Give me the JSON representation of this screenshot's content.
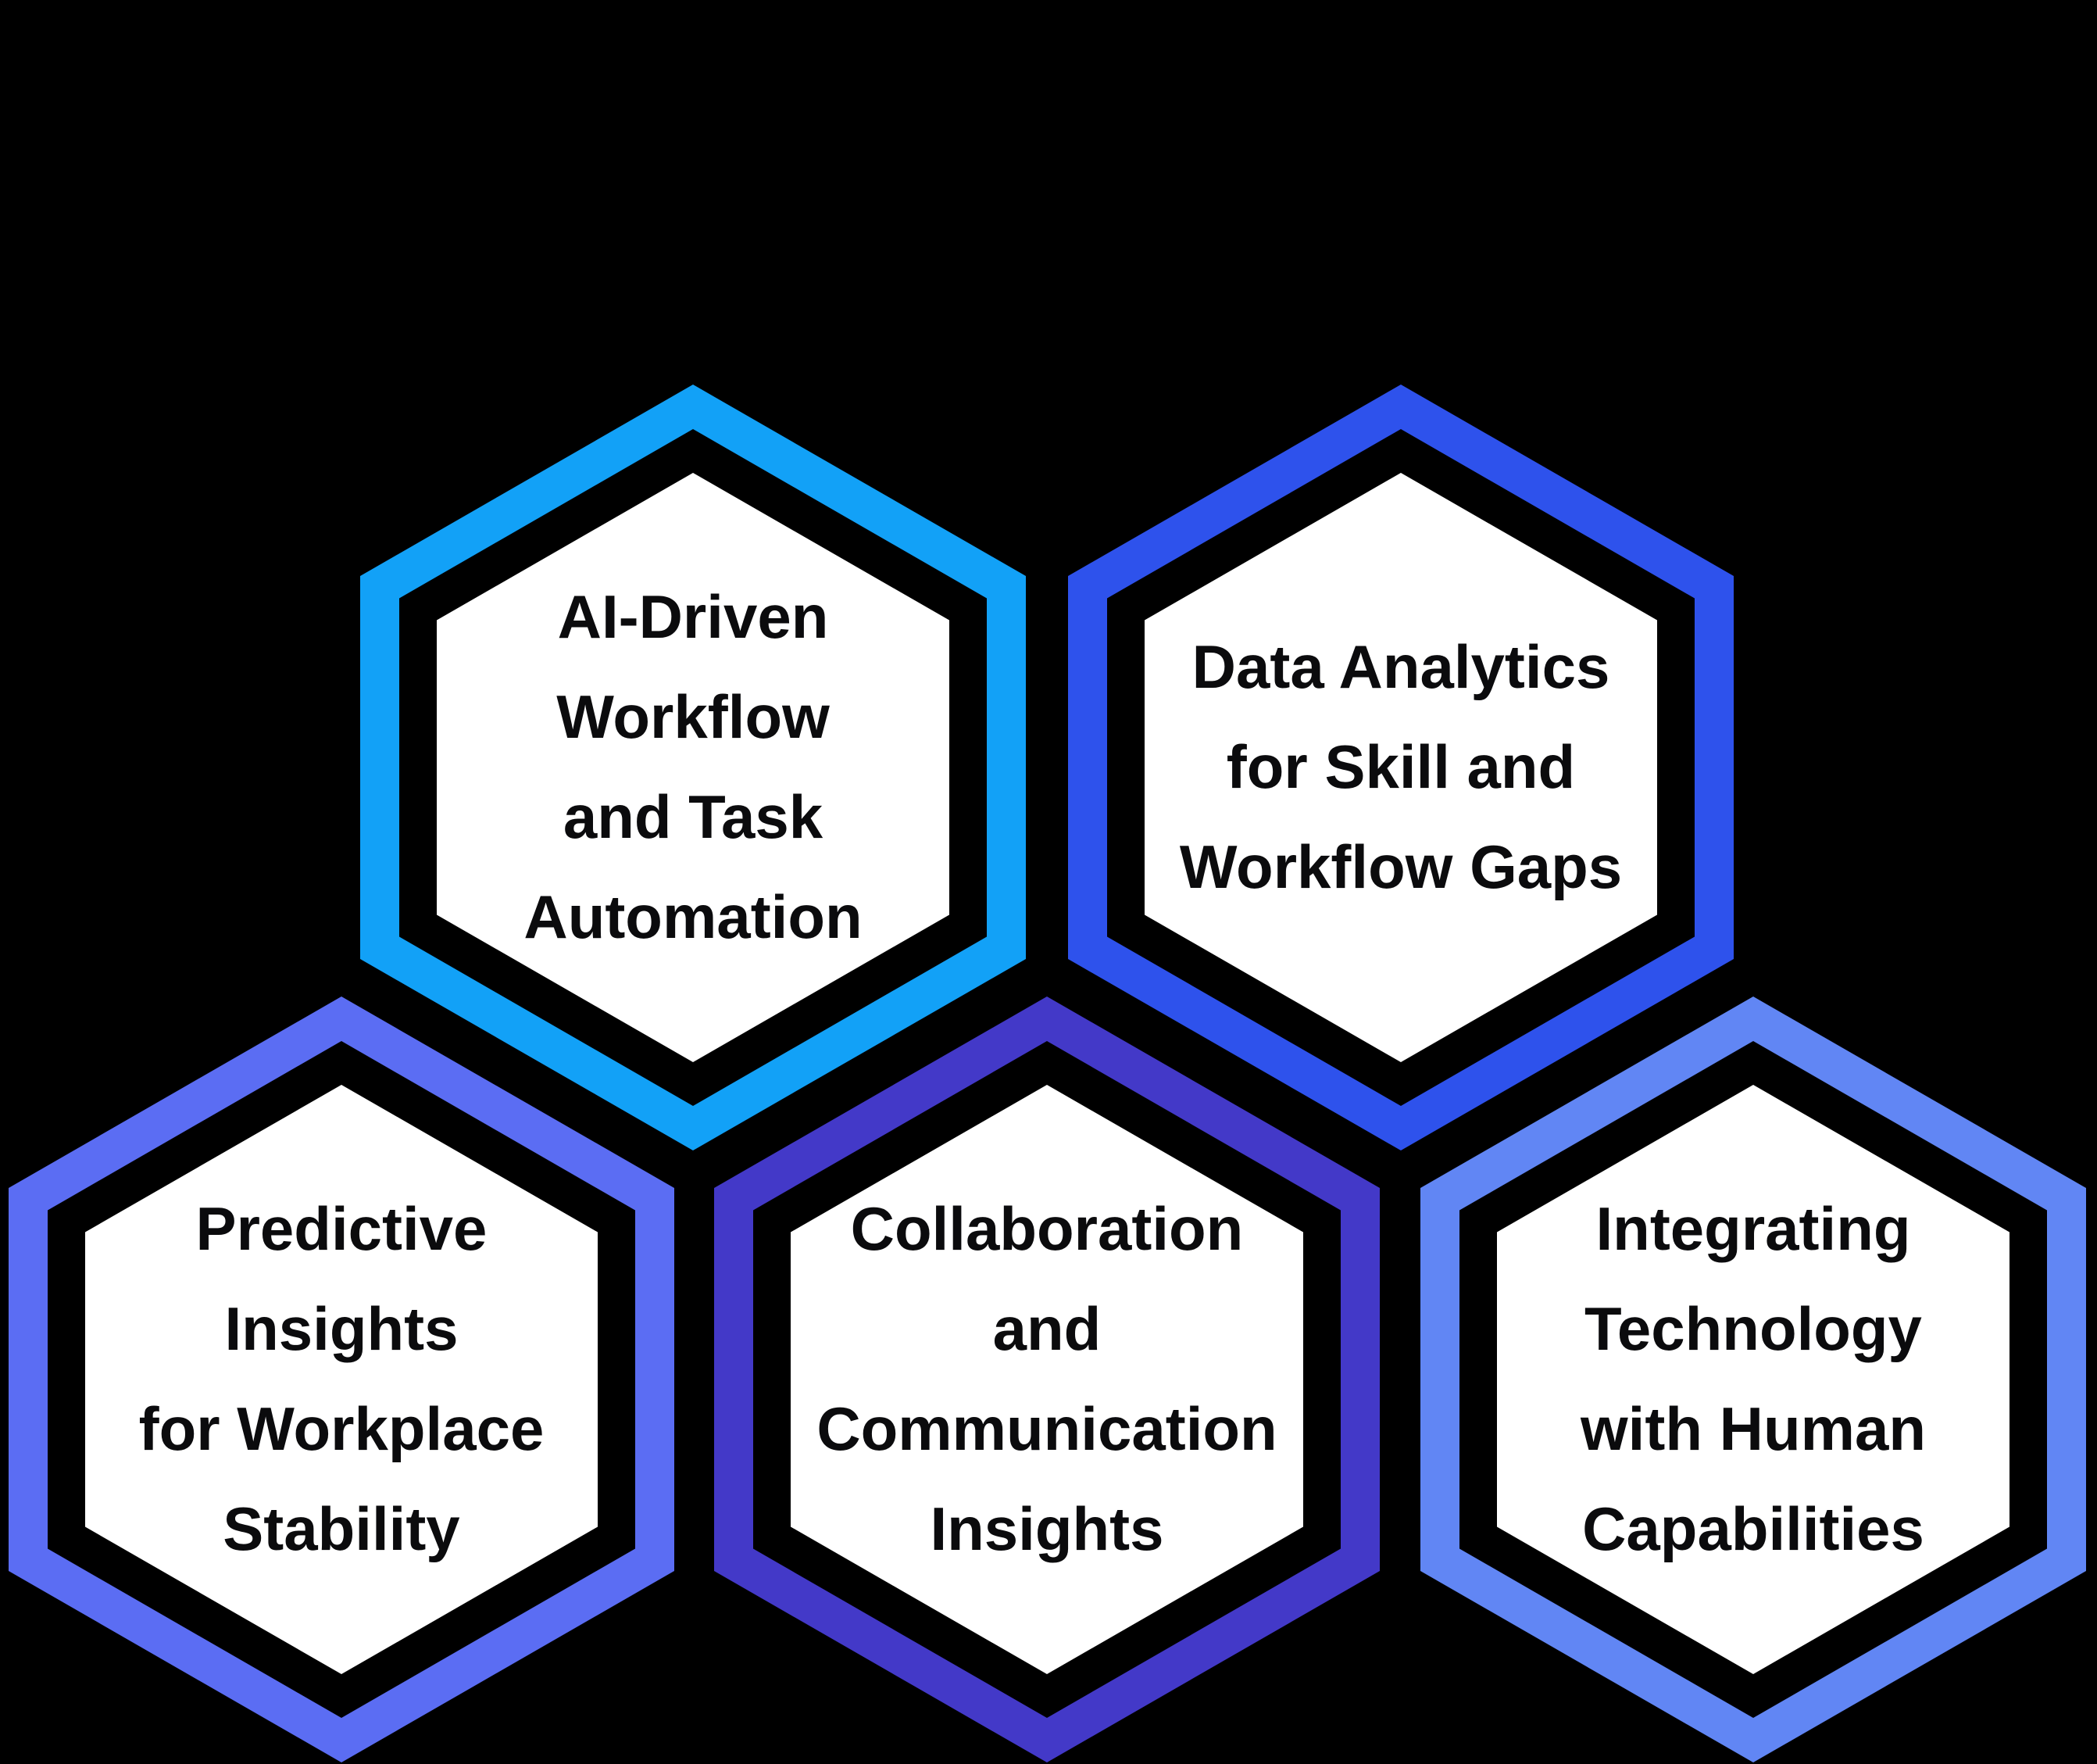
{
  "figure": {
    "background": "#000000",
    "fill_color": "#ffffff",
    "text_color": "#0b0b0d",
    "hexagons": [
      {
        "id": "ai-driven-workflow",
        "label": "AI-Driven\nWorkflow\nand Task\nAutomation",
        "border_color": "#12A1F7"
      },
      {
        "id": "data-analytics",
        "label": "Data Analytics\nfor Skill and\nWorkflow Gaps",
        "border_color": "#2E52EC"
      },
      {
        "id": "predictive-insights",
        "label": "Predictive\nInsights\nfor Workplace\nStability",
        "border_color": "#5B6DF3"
      },
      {
        "id": "collaboration-insights",
        "label": "Collaboration\nand\nCommunication\nInsights",
        "border_color": "#4339C8"
      },
      {
        "id": "integrating-technology",
        "label": "Integrating\nTechnology\nwith Human\nCapabilities",
        "border_color": "#6186F4"
      }
    ]
  }
}
